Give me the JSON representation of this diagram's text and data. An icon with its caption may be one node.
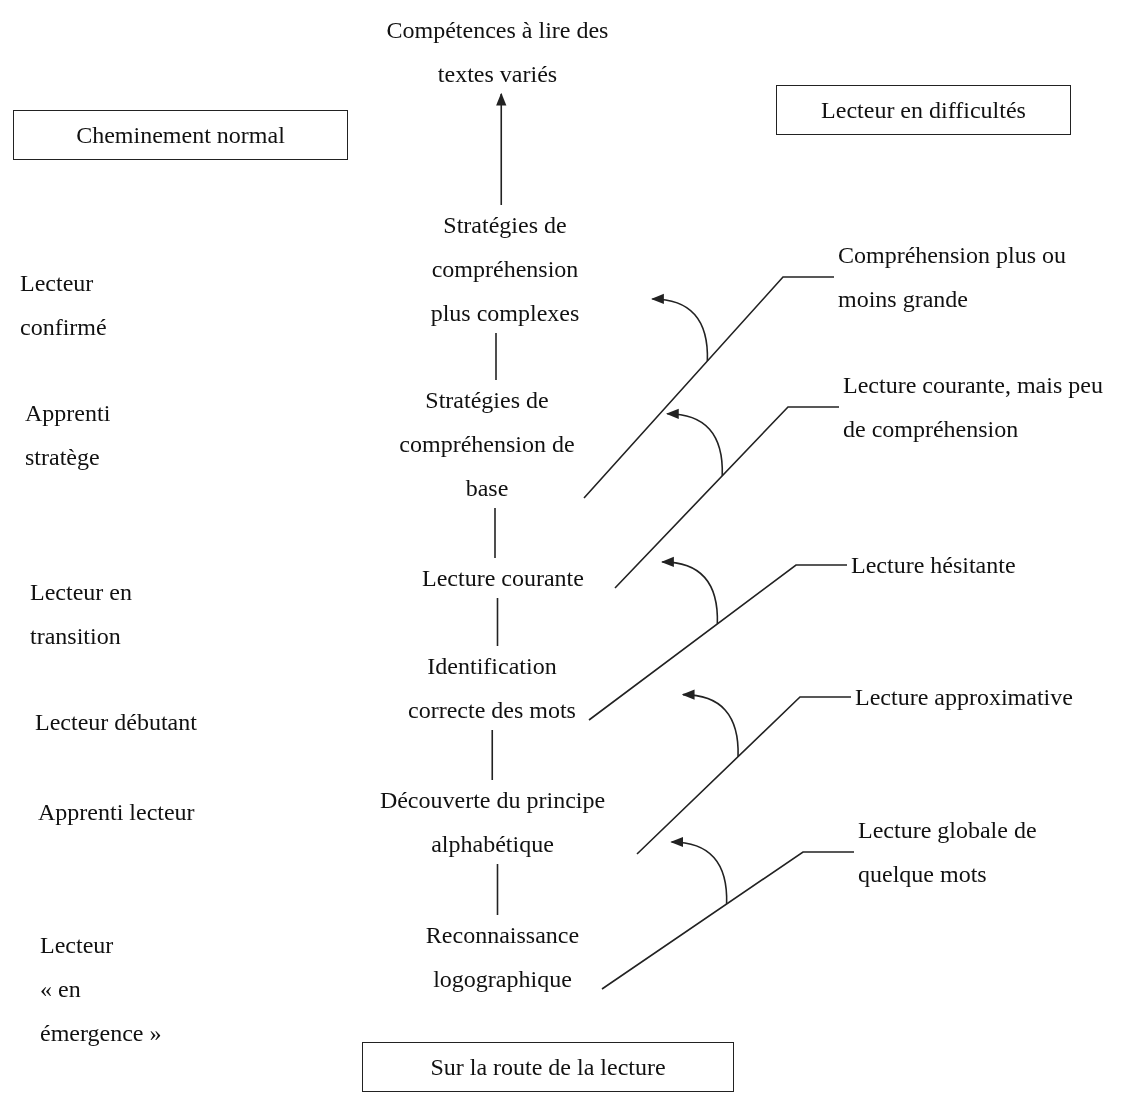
{
  "diagram": {
    "nodes": [
      {
        "text": [
          "Compétences à lire des textes variés"
        ]
      },
      {
        "text": [
          "Cheminement normal"
        ]
      },
      {
        "text": [
          "Lecteur en difficultés"
        ]
      },
      {
        "text": [
          "Stratégies de compréhension plus complexes"
        ]
      },
      {
        "text": [
          "Stratégies de compréhension de base"
        ]
      },
      {
        "text": [
          "Lecture courante"
        ]
      },
      {
        "text": [
          "Identification correcte des mots"
        ]
      },
      {
        "text": [
          "Découverte du principe alphabétique"
        ]
      },
      {
        "text": [
          "Reconnaissance logographique"
        ]
      },
      {
        "text": [
          "Compréhension plus ou moins grande"
        ]
      },
      {
        "text": [
          "Lecture courante, mais peu de compréhension"
        ]
      },
      {
        "text": [
          "Lecture hésitante"
        ]
      },
      {
        "text": [
          "Lecture approximative"
        ]
      },
      {
        "text": [
          "Lecture globale de quelque mots"
        ]
      },
      {
        "text": [
          "Sur la route de la lecture"
        ]
      }
    ],
    "edges": [
      {
        "from": 3,
        "to": 0,
        "arrow": "to"
      },
      {
        "from": 4,
        "to": 3,
        "arrow": "none"
      },
      {
        "from": 5,
        "to": 4,
        "arrow": "none"
      },
      {
        "from": 6,
        "to": 5,
        "arrow": "none"
      },
      {
        "from": 7,
        "to": 6,
        "arrow": "none"
      },
      {
        "from": 8,
        "to": 7,
        "arrow": "none"
      },
      {
        "from": 4,
        "to": 9,
        "arrow": "none"
      },
      {
        "from": 5,
        "to": 10,
        "arrow": "none"
      },
      {
        "from": 6,
        "to": 11,
        "arrow": "none"
      },
      {
        "from": 7,
        "to": 12,
        "arrow": "none"
      },
      {
        "from": 8,
        "to": 13,
        "arrow": "none"
      }
    ],
    "labels": [
      "Lecteur confirmé",
      "Apprenti stratège",
      "Lecteur en transition",
      "Lecteur débutant",
      "Apprenti lecteur",
      "Lecteur « en émergence »"
    ]
  }
}
